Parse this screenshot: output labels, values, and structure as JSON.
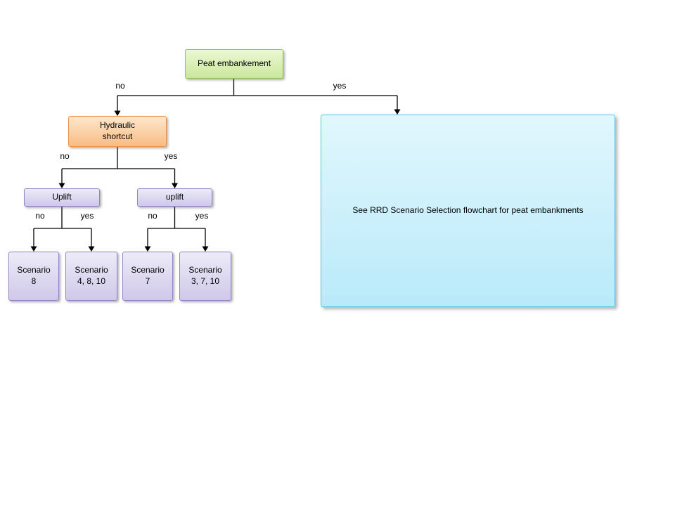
{
  "diagram": {
    "nodes": {
      "peat_embankment": {
        "label": "Peat embankement"
      },
      "hydraulic_shortcut": {
        "label": "Hydraulic\nshortcut"
      },
      "uplift_left": {
        "label": "Uplift"
      },
      "uplift_right": {
        "label": "uplift"
      },
      "scenario_8": {
        "label": "Scenario\n8"
      },
      "scenario_4_8_10": {
        "label": "Scenario\n4, 8, 10"
      },
      "scenario_7": {
        "label": "Scenario\n7"
      },
      "scenario_3_7_10": {
        "label": "Scenario\n3, 7, 10"
      },
      "rrd_note": {
        "label": "See RRD Scenario Selection flowchart for peat embankments"
      }
    },
    "edge_labels": {
      "peat_no": "no",
      "peat_yes": "yes",
      "hydraulic_no": "no",
      "hydraulic_yes": "yes",
      "uplift_left_no": "no",
      "uplift_left_yes": "yes",
      "uplift_right_no": "no",
      "uplift_right_yes": "yes"
    },
    "colors": {
      "peat_fill_top": "#ecf8d4",
      "peat_fill_bottom": "#c9e79b",
      "peat_border": "#97c153",
      "orange_fill_top": "#fde7cc",
      "orange_fill_bottom": "#f8bc83",
      "orange_border": "#ec9347",
      "purple_fill_top": "#edebf8",
      "purple_fill_bottom": "#cfc8e9",
      "purple_border": "#9484c6",
      "cyan_fill_top": "#e1f7fd",
      "cyan_fill_bottom": "#b9eaf9",
      "cyan_border": "#54c6df",
      "line": "#000000"
    }
  }
}
